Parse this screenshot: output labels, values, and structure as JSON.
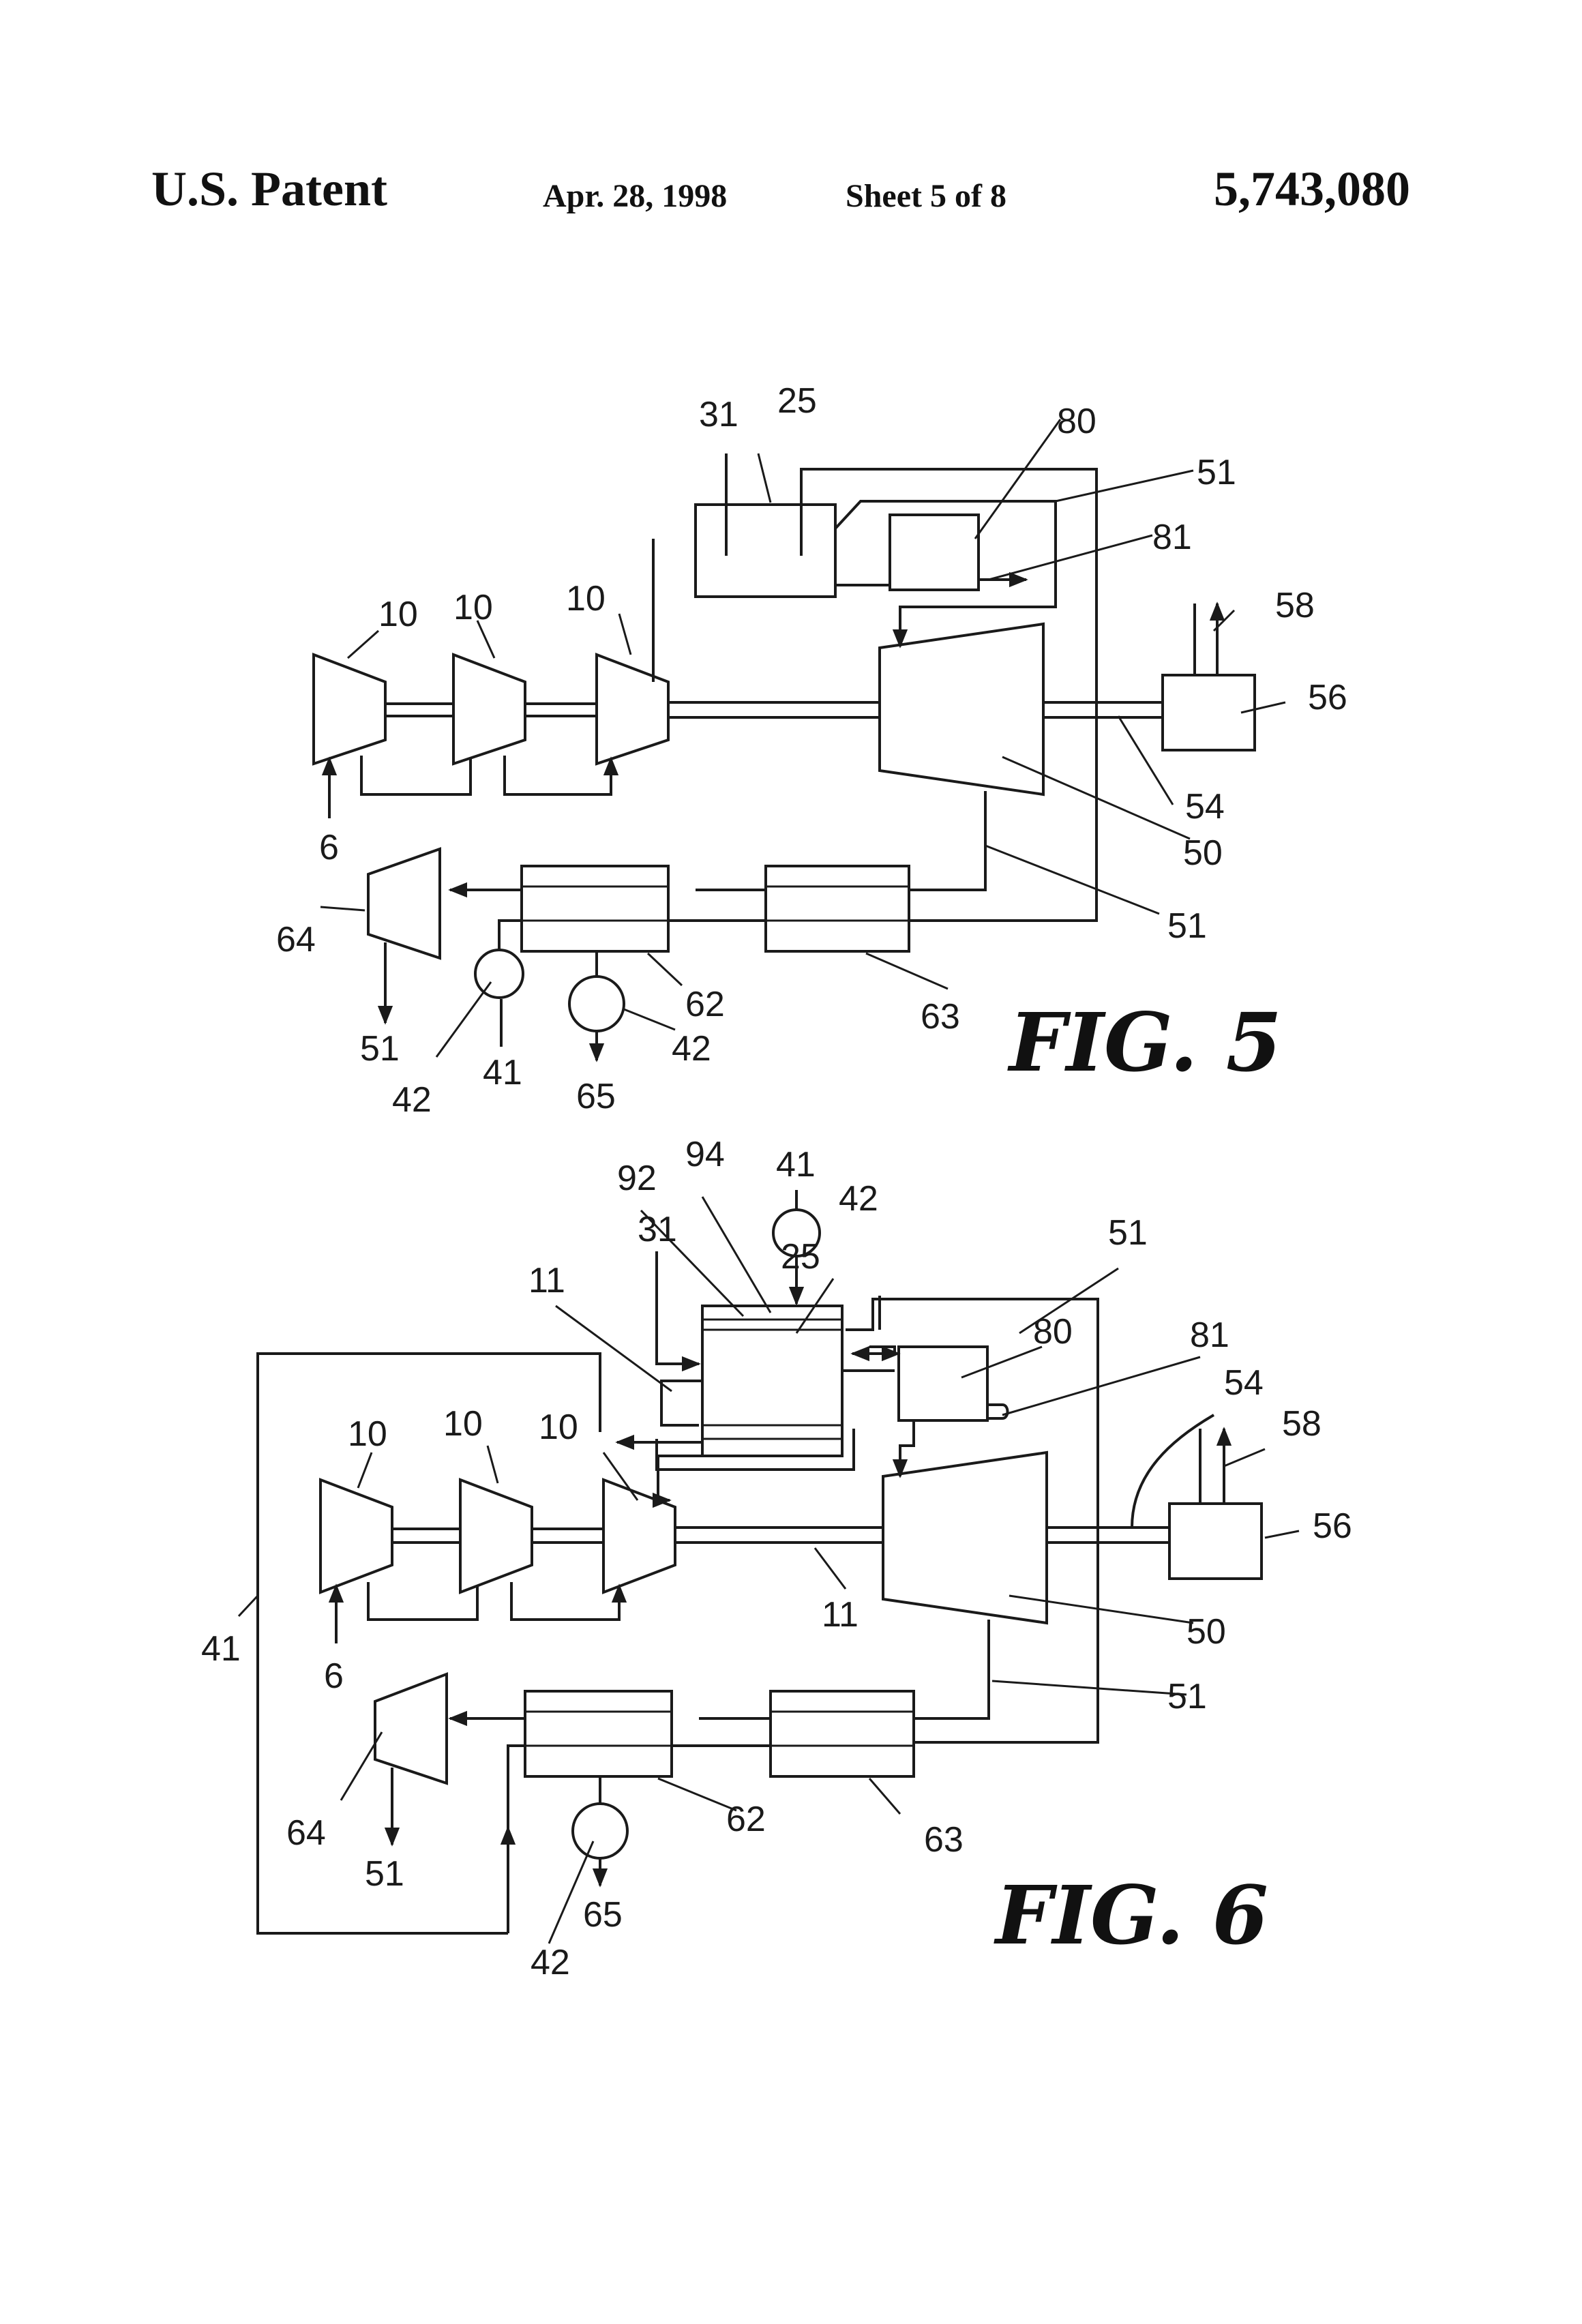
{
  "header": {
    "patent_label": "U.S. Patent",
    "date": "Apr. 28, 1998",
    "sheet": "Sheet 5 of 8",
    "patent_number": "5,743,080"
  },
  "figures": [
    {
      "caption": "FIG. 5",
      "labels": [
        "31",
        "25",
        "80",
        "51",
        "81",
        "10",
        "10",
        "10",
        "58",
        "56",
        "54",
        "6",
        "50",
        "64",
        "51",
        "51",
        "62",
        "63",
        "41",
        "42",
        "42",
        "65"
      ]
    },
    {
      "caption": "FIG. 6",
      "labels": [
        "92",
        "94",
        "41",
        "42",
        "31",
        "25",
        "51",
        "11",
        "80",
        "81",
        "54",
        "58",
        "10",
        "10",
        "10",
        "56",
        "11",
        "50",
        "41",
        "6",
        "51",
        "64",
        "62",
        "63",
        "51",
        "65",
        "42"
      ]
    }
  ]
}
